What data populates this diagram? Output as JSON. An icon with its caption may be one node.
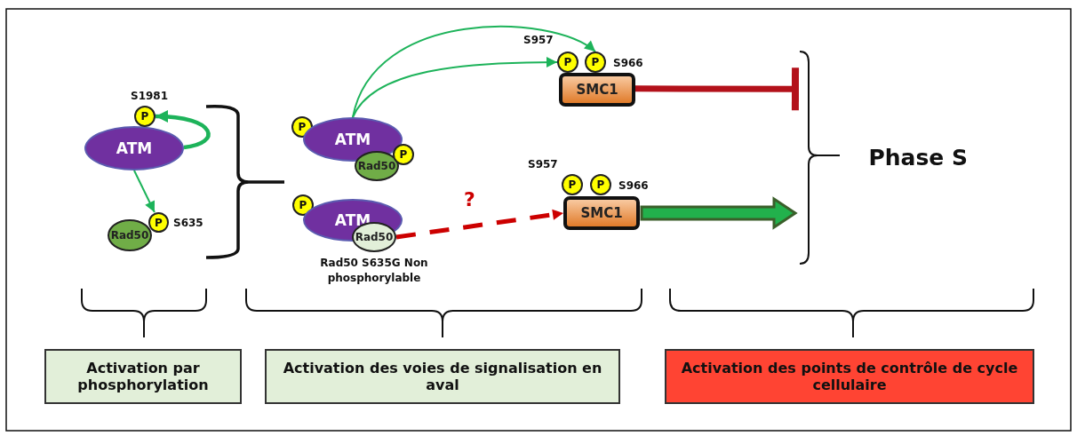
{
  "diagram": {
    "nodes": [
      {
        "text": [
          "ATM"
        ]
      },
      {
        "text": [
          "P"
        ],
        "beside": [
          "S1981"
        ]
      },
      {
        "text": [
          "Rad50"
        ]
      },
      {
        "text": [
          "P"
        ],
        "beside": [
          "S635"
        ]
      },
      {
        "text": [
          "P"
        ]
      },
      {
        "text": [
          "ATM"
        ]
      },
      {
        "text": [
          "Rad50"
        ]
      },
      {
        "text": [
          "P"
        ]
      },
      {
        "text": [
          "SMC1"
        ]
      },
      {
        "text": [
          "P"
        ],
        "beside": [
          "S957"
        ]
      },
      {
        "text": [
          "P"
        ],
        "beside": [
          "S966"
        ]
      },
      {
        "text": [
          "P"
        ]
      },
      {
        "text": [
          "ATM"
        ]
      },
      {
        "text": [
          "Rad50"
        ],
        "beside": [
          "Rad50 S635G Non phosphorylable"
        ]
      },
      {
        "text": [
          "SMC1"
        ]
      },
      {
        "text": [
          "P"
        ],
        "beside": [
          "S957"
        ]
      },
      {
        "text": [
          "P"
        ],
        "beside": [
          "S966"
        ]
      },
      {
        "text": [
          "Phase S"
        ]
      },
      {
        "text": [
          "Activation par phosphorylation"
        ]
      },
      {
        "text": [
          "Activation des voies de signalisation en aval"
        ]
      },
      {
        "text": [
          "Activation des points de contrôle de cycle cellulaire"
        ]
      }
    ],
    "edges": [
      {
        "from": 0,
        "to": 1,
        "arrow": "to",
        "style": "thick"
      },
      {
        "from": 0,
        "to": 3,
        "arrow": "to"
      },
      {
        "from": 5,
        "to": 9,
        "arrow": "to"
      },
      {
        "from": 5,
        "to": 10,
        "arrow": "to"
      },
      {
        "from": 13,
        "to": 14,
        "arrow": "to",
        "label": "?",
        "style": "dashed",
        "color": "#cc0000"
      },
      {
        "from": 8,
        "to": 17,
        "arrow": "other",
        "style": "thick",
        "color": "#b3111a"
      },
      {
        "from": 14,
        "to": 17,
        "arrow": "to",
        "style": "thick",
        "color": "#22b14c"
      }
    ]
  }
}
